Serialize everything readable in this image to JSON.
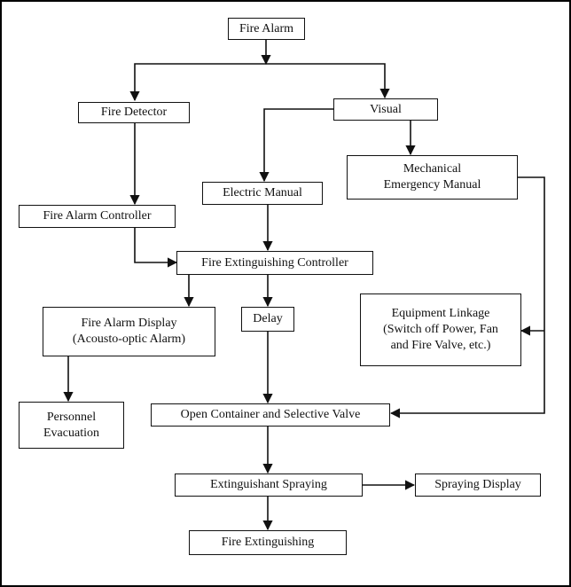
{
  "nodes": {
    "fire_alarm": "Fire Alarm",
    "fire_detector": "Fire Detector",
    "visual": "Visual",
    "electric_manual": "Electric Manual",
    "mechanical_emergency_manual": [
      "Mechanical",
      "Emergency Manual"
    ],
    "fire_alarm_controller": "Fire Alarm Controller",
    "fire_extinguishing_controller": "Fire Extinguishing Controller",
    "fire_alarm_display": [
      "Fire Alarm Display",
      "(Acousto-optic Alarm)"
    ],
    "delay": "Delay",
    "equipment_linkage": [
      "Equipment Linkage",
      "(Switch off Power, Fan",
      "and Fire Valve, etc.)"
    ],
    "personnel_evacuation": [
      "Personnel",
      "Evacuation"
    ],
    "open_container_selective_valve": "Open Container and Selective Valve",
    "extinguishant_spraying": "Extinguishant Spraying",
    "spraying_display": "Spraying Display",
    "fire_extinguishing": "Fire Extinguishing"
  }
}
